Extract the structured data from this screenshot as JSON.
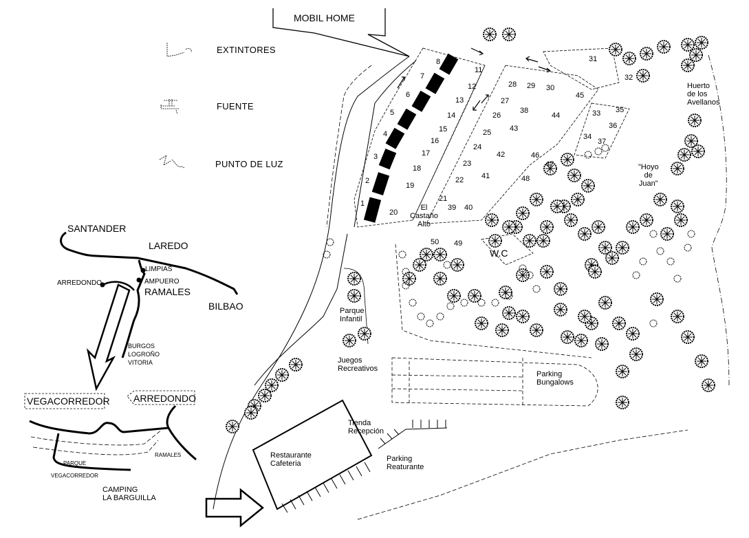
{
  "callout": {
    "mobil_home": "MOBIL HOME"
  },
  "legend": {
    "items": [
      {
        "icon": "extinguisher-icon",
        "label": "EXTINTORES"
      },
      {
        "icon": "fountain-icon",
        "label": "FUENTE"
      },
      {
        "icon": "light-point-icon",
        "label": "PUNTO DE LUZ"
      }
    ]
  },
  "plots": {
    "p1": "1",
    "p2": "2",
    "p3": "3",
    "p4": "4",
    "p5": "5",
    "p6": "6",
    "p7": "7",
    "p8": "8",
    "p11": "11",
    "p12": "12",
    "p13": "13",
    "p14": "14",
    "p15": "15",
    "p16": "16",
    "p17": "17",
    "p18": "18",
    "p19": "19",
    "p20": "20",
    "p21": "21",
    "p22": "22",
    "p23": "23",
    "p24": "24",
    "p25": "25",
    "p26": "26",
    "p27": "27",
    "p28": "28",
    "p29": "29",
    "p30": "30",
    "p31": "31",
    "p32": "32",
    "p33": "33",
    "p34": "34",
    "p35": "35",
    "p36": "36",
    "p37": "37",
    "p38": "38",
    "p39": "39",
    "p40": "40",
    "p41": "41",
    "p42": "42",
    "p43": "43",
    "p44": "44",
    "p45": "45",
    "p46": "46",
    "p47": "47",
    "p48": "48",
    "p49": "49",
    "p50": "50"
  },
  "areas": {
    "castano_alto": "El\nCastaño\nAlto",
    "huerto": "Huerto\nde los\nAvellanos",
    "hoyo": "\"Hoyo\nde\nJuan\"",
    "wc": "W.C",
    "parque_infantil": "Parque\nInfantil",
    "juegos": "Juegos\nRecreativos",
    "tienda": "Tienda\nRecepción",
    "restaurante": "Restaurante\nCafeteria",
    "parking_restaurante": "Parking\nReaturante",
    "parking_bungalows": "Parking\nBungalows"
  },
  "route_map": {
    "santander": "SANTANDER",
    "laredo": "LAREDO",
    "limpias": "LIMPIAS",
    "ampuero": "AMPUERO",
    "ramales": "RAMALES",
    "arredondo": "ARREDONDO",
    "bilbao": "BILBAO",
    "south": "BURGOS\nLOGROÑO\nVITORIA"
  },
  "local_map": {
    "vegacorredor_sign": "VEGACORREDOR",
    "arredondo_sign": "ARREDONDO",
    "ramales": "RAMALES",
    "parque": "PARQUE",
    "vegacorredor": "VEGACORREDOR",
    "camping": "CAMPING\nLA BARGUILLA"
  },
  "colors": {
    "ink": "#000000",
    "paper": "#ffffff"
  }
}
